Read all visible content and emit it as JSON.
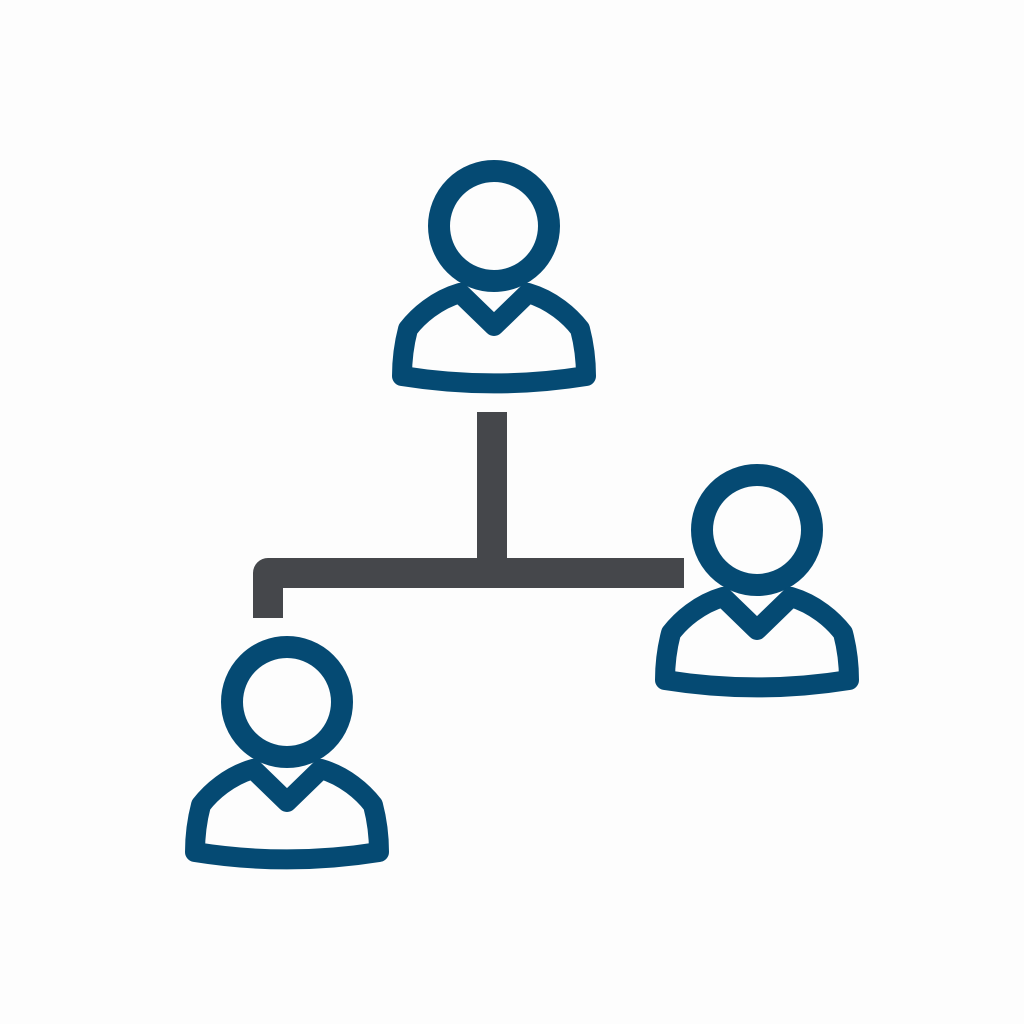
{
  "diagram": {
    "type": "org-chart-icon",
    "nodes": [
      {
        "id": "top",
        "icon": "person-icon"
      },
      {
        "id": "left",
        "icon": "person-icon"
      },
      {
        "id": "right",
        "icon": "person-icon"
      }
    ],
    "edges": [
      {
        "from": "top",
        "to": "left"
      },
      {
        "from": "top",
        "to": "right"
      }
    ]
  },
  "colors": {
    "person": "#054a73",
    "connector": "#45474b",
    "background": "#fdfdfd"
  }
}
